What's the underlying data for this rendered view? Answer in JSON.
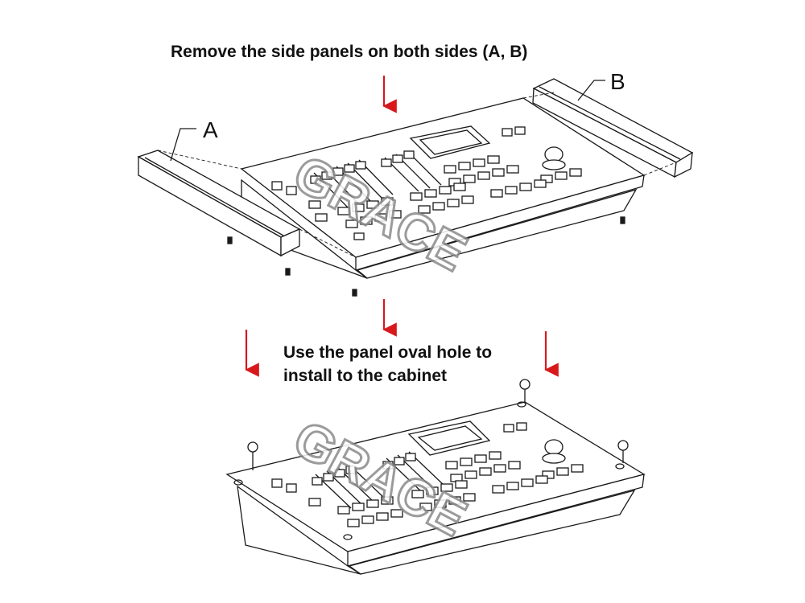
{
  "captions": {
    "top": "Remove the side panels on both sides (A, B)",
    "bottom_line1": "Use the panel oval hole to",
    "bottom_line2": "install to the cabinet"
  },
  "labels": {
    "a": "A",
    "b": "B"
  },
  "watermark": {
    "top": "GRACE",
    "bottom": "GRACE"
  },
  "colors": {
    "arrow": "#d7191c",
    "line": "#1a1a1a"
  }
}
